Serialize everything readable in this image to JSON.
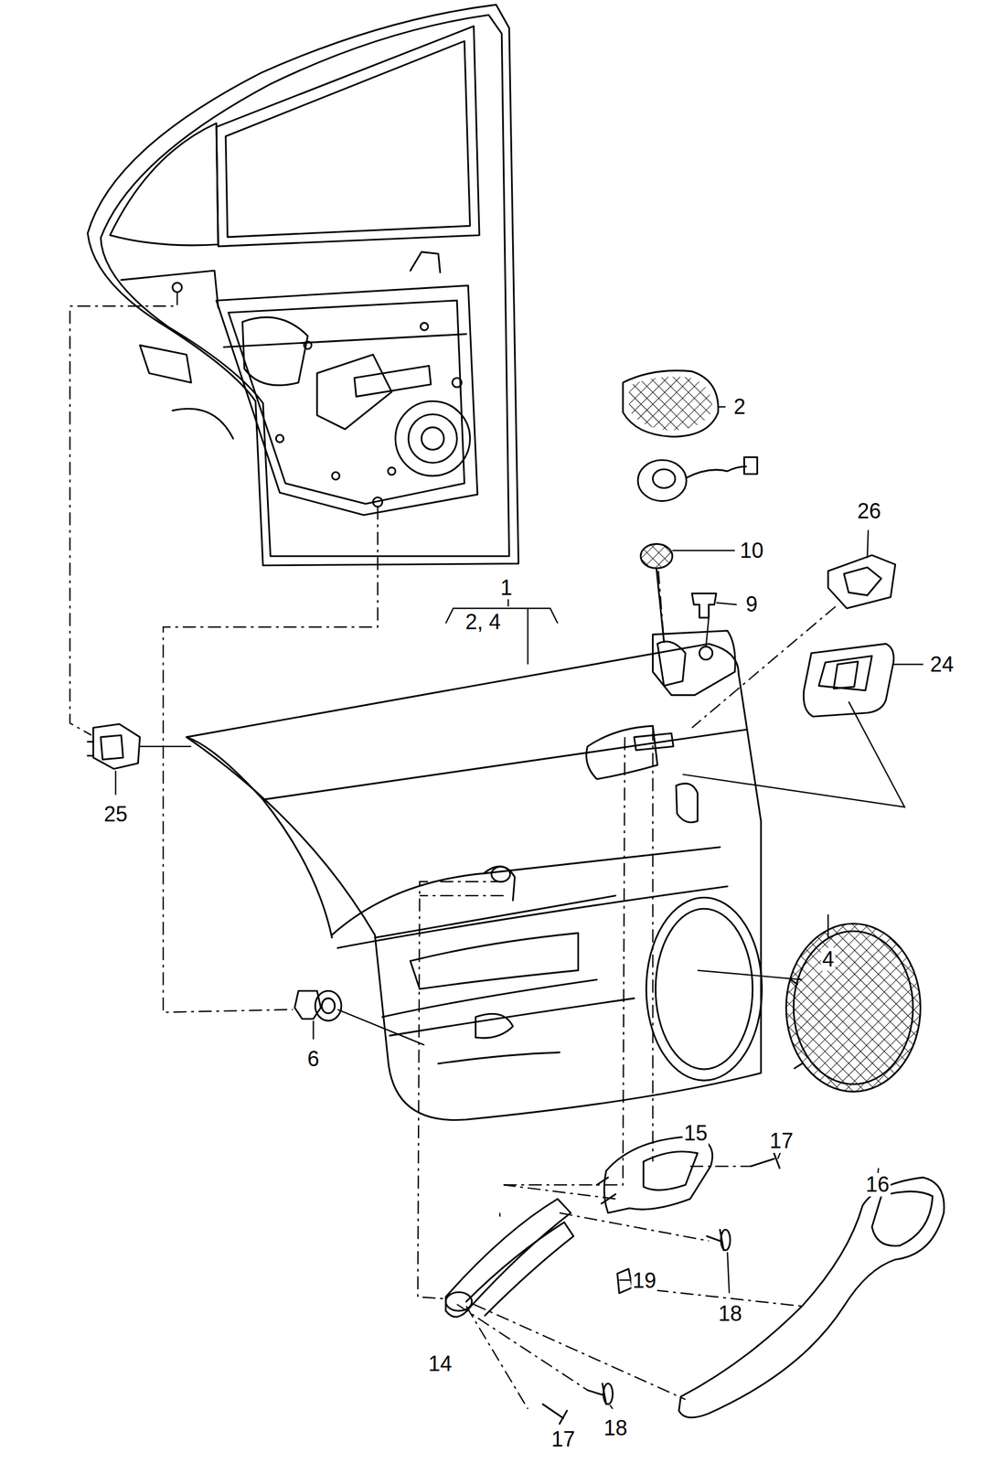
{
  "diagram": {
    "labels": [
      "2",
      "26",
      "10",
      "1",
      "9",
      "2, 4",
      "24",
      "25",
      "4",
      "6",
      "15",
      "17",
      "16",
      "19",
      "18",
      "14",
      "18",
      "17"
    ]
  }
}
